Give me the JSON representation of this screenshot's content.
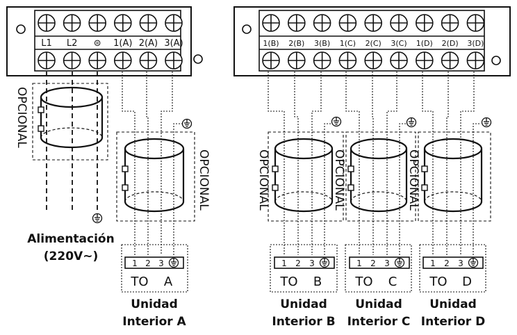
{
  "strip_left": {
    "labels": [
      "L1",
      "L2",
      "⊜",
      "1(A)",
      "2(A)",
      "3(A)"
    ]
  },
  "strip_right": {
    "labels": [
      "1(B)",
      "2(B)",
      "3(B)",
      "1(C)",
      "2(C)",
      "3(C)",
      "1(D)",
      "2(D)",
      "3(D)"
    ]
  },
  "optional_label": "OPCIONAL",
  "power": {
    "title": "Alimentación",
    "voltage": "(220V~)"
  },
  "units": [
    {
      "terminals": [
        "1",
        "2",
        "3"
      ],
      "to": "TO",
      "letter": "A",
      "name1": "Unidad",
      "name2": "Interior A"
    },
    {
      "terminals": [
        "1",
        "2",
        "3"
      ],
      "to": "TO",
      "letter": "B",
      "name1": "Unidad",
      "name2": "Interior B"
    },
    {
      "terminals": [
        "1",
        "2",
        "3"
      ],
      "to": "TO",
      "letter": "C",
      "name1": "Unidad",
      "name2": "Interior C"
    },
    {
      "terminals": [
        "1",
        "2",
        "3"
      ],
      "to": "TO",
      "letter": "D",
      "name1": "Unidad",
      "name2": "Interior D"
    }
  ]
}
